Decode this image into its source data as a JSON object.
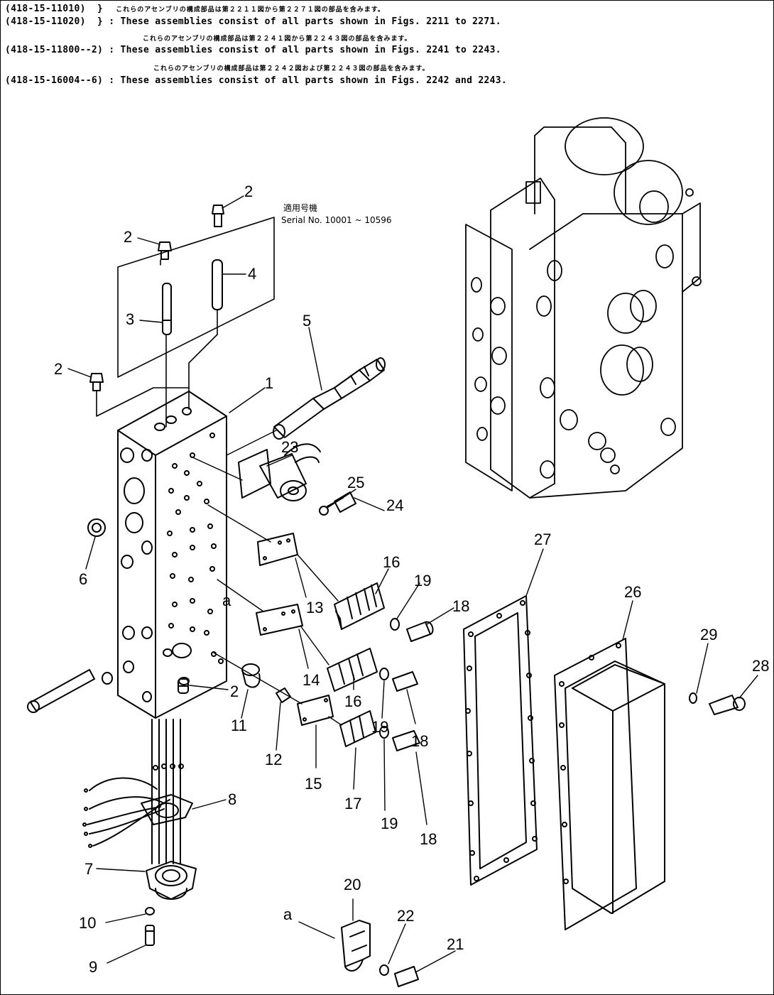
{
  "notes": [
    {
      "code": "(418-15-11010)",
      "bracket": "}",
      "jp": "これらのアセンブリの構成部品は第２２１１図から第２２７１図の部品を含みます。"
    },
    {
      "code": "(418-15-11020)",
      "bracket": "}",
      "en": ": These assemblies consist of all parts shown in Figs. 2211 to 2271."
    },
    {
      "jp": "これらのアセンブリの構成部品は第２２４１図から第２２４３図の部品を含みます。"
    },
    {
      "code": "(418-15-11800--2)",
      "en": ": These assemblies consist of all parts shown in Figs. 2241 to 2243."
    },
    {
      "jp": "これらのアセンブリの構成部品は第２２４２図および第２２４３図の部品を含みます。"
    },
    {
      "code": "(418-15-16004--6)",
      "en": " : These assemblies consist of all parts shown in Figs. 2242 and 2243."
    }
  ],
  "serial": {
    "jp": "適用号機",
    "en": "Serial No. 10001 ~ 10596"
  },
  "callouts": {
    "c1": "1",
    "c2a": "2",
    "c2b": "2",
    "c2c": "2",
    "c2d": "2",
    "c3": "3",
    "c4": "4",
    "c5": "5",
    "c6": "6",
    "c7": "7",
    "c8": "8",
    "c9": "9",
    "c10": "10",
    "c11": "11",
    "c12": "12",
    "c13": "13",
    "c14": "14",
    "c15": "15",
    "c16a": "16",
    "c16b": "16",
    "c17": "17",
    "c18a": "18",
    "c18b": "18",
    "c18c": "18",
    "c19a": "19",
    "c19b": "19",
    "c19c": "19",
    "c20": "20",
    "c21": "21",
    "c22": "22",
    "c23": "23",
    "c24": "24",
    "c25": "25",
    "c26": "26",
    "c27": "27",
    "c28": "28",
    "c29": "29",
    "ca1": "a",
    "ca2": "a"
  }
}
